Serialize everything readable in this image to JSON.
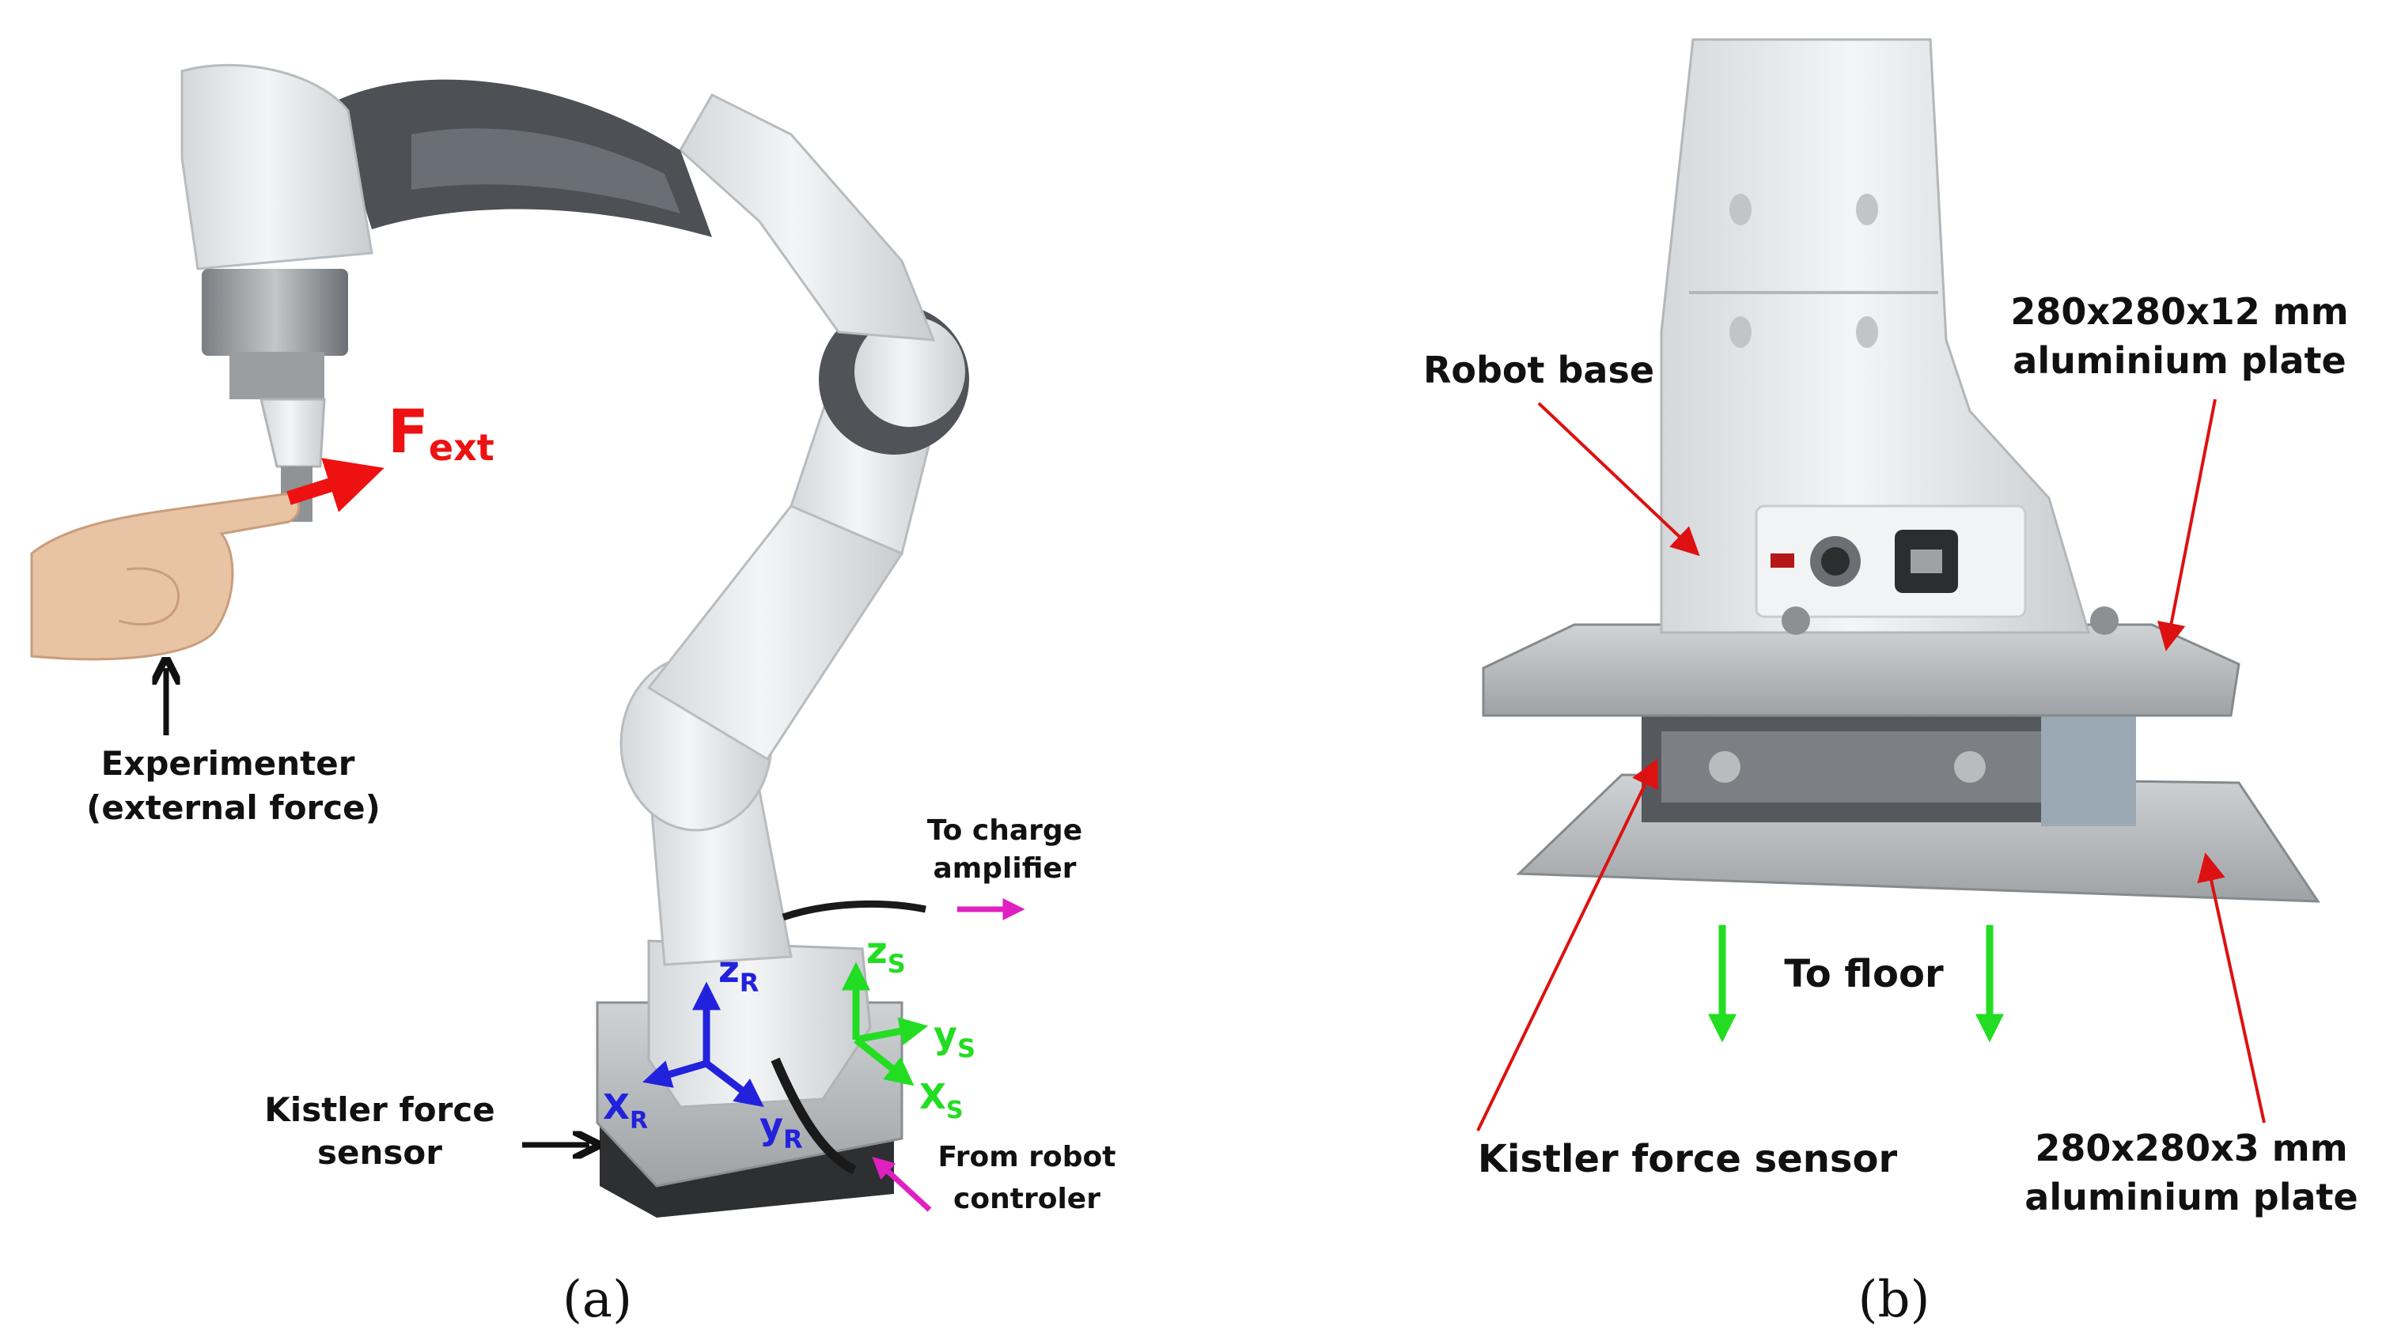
{
  "panel_a": {
    "caption": "(a)",
    "force_label_main": "F",
    "force_label_sub": "ext",
    "experimenter_line1": "Experimenter",
    "experimenter_line2": "(external force)",
    "charge_line1": "To charge",
    "charge_line2": "amplifier",
    "sensor_line1": "Kistler force",
    "sensor_line2": "sensor",
    "controller_line1": "From  robot",
    "controller_line2": "controler",
    "robot_frame": {
      "z": "z",
      "z_sub": "R",
      "x": "X",
      "x_sub": "R",
      "y": "y",
      "y_sub": "R"
    },
    "sensor_frame": {
      "z": "z",
      "z_sub": "S",
      "y": "y",
      "y_sub": "S",
      "x": "X",
      "x_sub": "S"
    }
  },
  "panel_b": {
    "caption": "(b)",
    "robot_base": "Robot base",
    "top_plate_line1": "280x280x12 mm",
    "top_plate_line2": "aluminium plate",
    "to_floor": "To floor",
    "sensor_label": "Kistler force sensor",
    "bottom_plate_line1": "280x280x3 mm",
    "bottom_plate_line2": "aluminium plate"
  },
  "colors": {
    "force_arrow": "#ee1111",
    "robot_frame": "#2222dd",
    "sensor_frame": "#22dd22",
    "cable_arrow": "#e020c0",
    "pointer": "#dd1111",
    "robot_white": "#e8ebec",
    "robot_dark": "#555a60",
    "plate": "#b8bcbf"
  }
}
